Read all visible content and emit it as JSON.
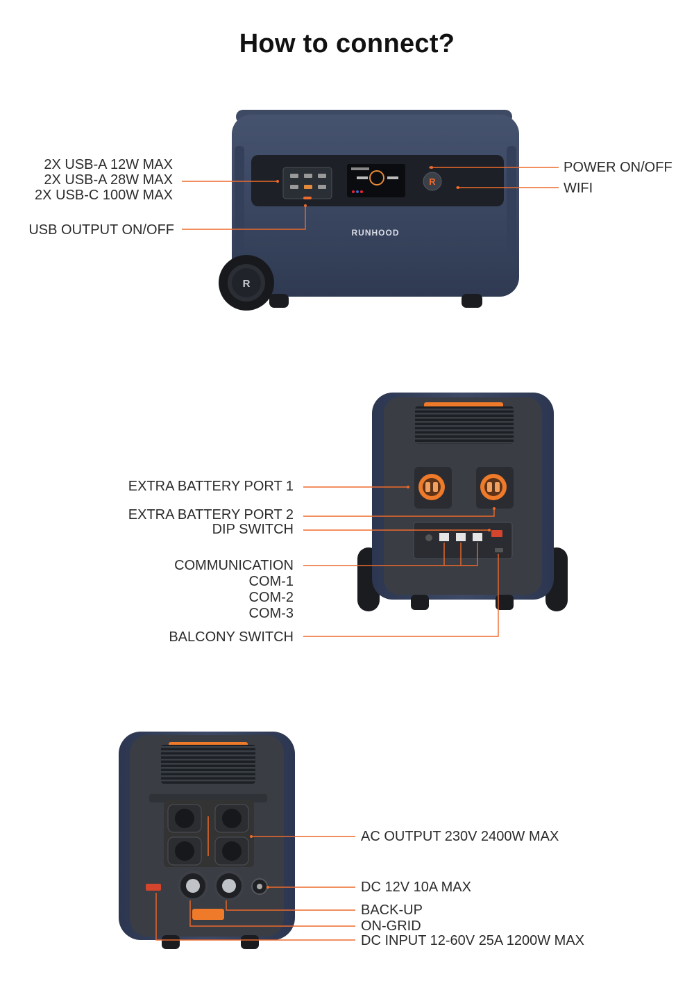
{
  "title": "How to connect?",
  "brand": "RUNHOOD",
  "colors": {
    "accent": "#ee6a2c",
    "body": "#3a4660",
    "panel": "#262a30"
  },
  "front_view": {
    "labels": {
      "usb_lines": [
        "2X USB-A 12W MAX",
        "2X USB-A 28W MAX",
        "2X USB-C 100W MAX"
      ],
      "usb_output": "USB OUTPUT ON/OFF",
      "power": "POWER ON/OFF",
      "wifi": "WIFI"
    }
  },
  "side_view": {
    "labels": {
      "battery1": "EXTRA BATTERY PORT 1",
      "battery2": "EXTRA BATTERY PORT 2",
      "dip": "DIP SWITCH",
      "comm": "COMMUNICATION",
      "com1": "COM-1",
      "com2": "COM-2",
      "com3": "COM-3",
      "balcony": "BALCONY SWITCH"
    }
  },
  "rear_view": {
    "labels": {
      "ac": "AC OUTPUT 230V  2400W MAX",
      "dc12": "DC 12V 10A MAX",
      "backup": "BACK-UP",
      "ongrid": "ON-GRID",
      "dcin": "DC INPUT 12-60V 25A 1200W MAX"
    }
  }
}
